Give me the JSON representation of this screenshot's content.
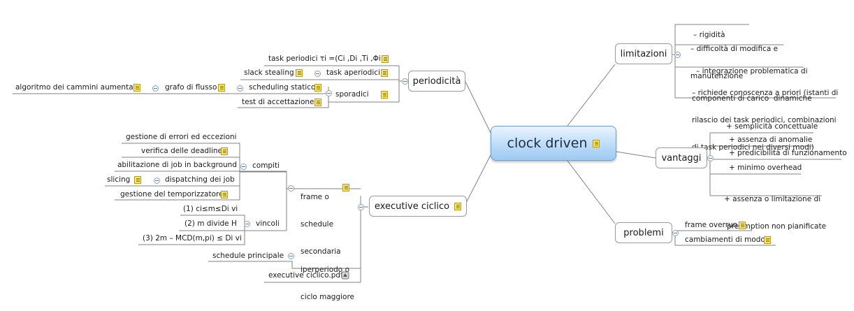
{
  "central": {
    "title": "clock driven"
  },
  "periodicita": {
    "label": "periodicità",
    "task_periodici": "task periodici τi =(Ci ,Di ,Ti ,Φi )",
    "task_aperiodici": "task aperiodici",
    "slack_stealing": "slack stealing",
    "sporadici": "sporadici",
    "scheduling_statico": "scheduling statico",
    "grafo_di_flusso": "grafo di flusso",
    "cammini_aumentati": "algoritmo dei cammini aumentati",
    "test_accettazione": "test di accettazione"
  },
  "executive": {
    "label": "executive ciclico",
    "frame": {
      "line1": "frame o",
      "line2": "schedule",
      "line3": "secondaria"
    },
    "compiti": {
      "label": "compiti",
      "items": [
        "gestione di errori ed eccezioni",
        "verifica delle deadline",
        "abilitazione di job in background",
        "dispatching dei job",
        "gestione del temporizzatore"
      ],
      "slicing": "slicing"
    },
    "vincoli": {
      "label": "vincoli",
      "items": [
        "(1) ci≤m≤Di vi",
        "(2) m divide H",
        "(3) 2m – MCD(m,pi) ≤ Di vi"
      ]
    },
    "iperperiodo": {
      "line1": "iperperiodo o",
      "line2": "ciclo maggiore",
      "child": "schedule principale"
    },
    "pdf": "executive ciclico.pdf"
  },
  "limitazioni": {
    "label": "limitazioni",
    "items": [
      [
        "– rigidità"
      ],
      [
        "– difficoltà di modifica e",
        "manutenzione"
      ],
      [
        "– integrazione problematica di",
        "componenti di carico  dinamiche"
      ],
      [
        "– richiede conoscenza a priori (istanti di",
        "rilascio dei task periodici, combinazioni",
        "di task periodici nei diversi modi)"
      ]
    ]
  },
  "vantaggi": {
    "label": "vantaggi",
    "items": [
      [
        "+ semplicità concettuale"
      ],
      [
        "+ assenza di anomalie"
      ],
      [
        "+ predicibilità di funzionamento"
      ],
      [
        "+ minimo overhead"
      ],
      [
        "+ assenza o limitazione di",
        "preemption non pianificate"
      ]
    ]
  },
  "problemi": {
    "label": "problemi",
    "items": [
      "frame overrun",
      "cambiamenti di modo"
    ]
  },
  "colors": {
    "central_fill": "#bcdcfa",
    "line": "#7a7a7a",
    "note": "#fbe56a"
  }
}
